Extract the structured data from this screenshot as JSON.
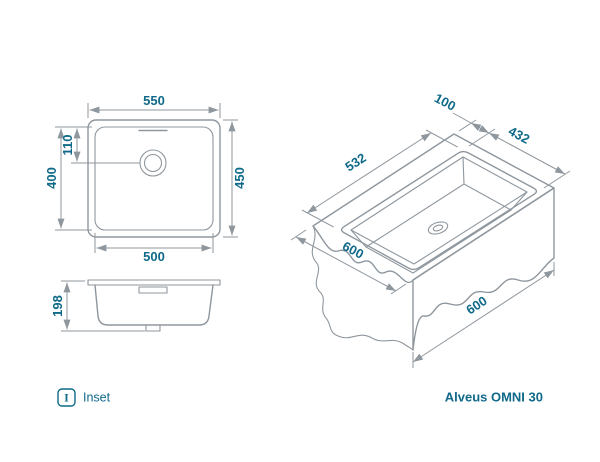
{
  "product": {
    "name": "Alveus OMNI 30"
  },
  "legend": {
    "icon_letter": "I",
    "label": "Inset"
  },
  "colors": {
    "accent_text": "#0f6988",
    "line": "#8f979e"
  },
  "top_view": {
    "outer_width": "550",
    "outer_height": "450",
    "bowl_height": "400",
    "drain_offset": "110",
    "bowl_width": "500"
  },
  "front_view": {
    "depth": "198"
  },
  "iso_view": {
    "edge_to_cutout": "100",
    "cutout_depth": "432",
    "cutout_width": "532",
    "counter_depth": "600",
    "cabinet_width": "600"
  }
}
